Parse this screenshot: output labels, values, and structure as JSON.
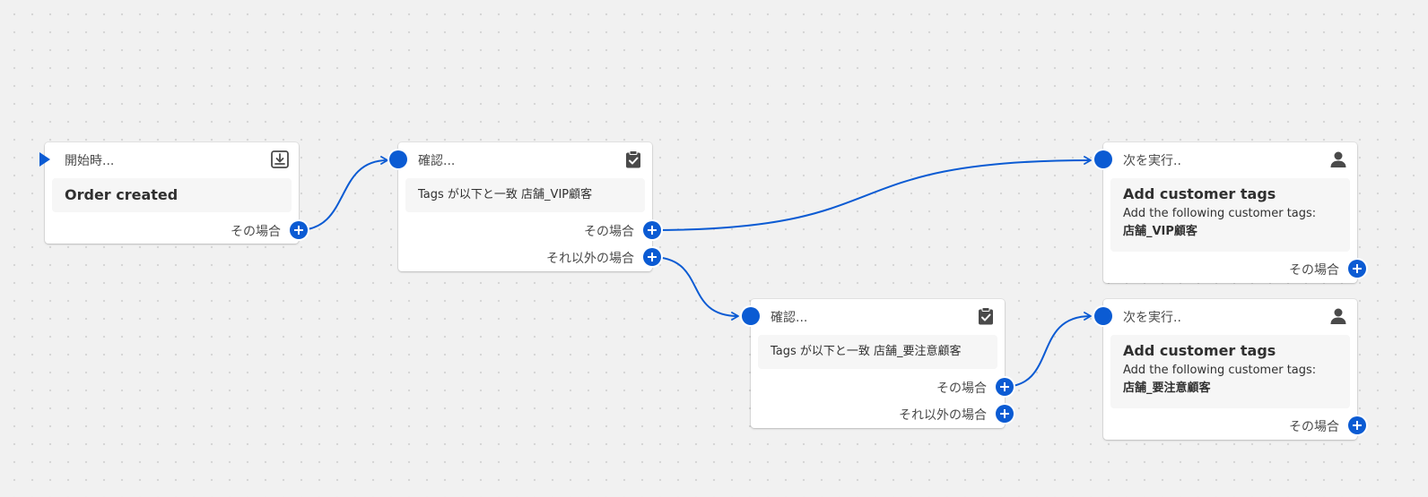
{
  "colors": {
    "accent": "#0b5bd3",
    "canvas": "#f1f1f1",
    "card": "#ffffff",
    "card_inner": "#f6f6f6"
  },
  "nodes": {
    "trigger": {
      "title": "開始時...",
      "icon": "download-icon",
      "body": "Order created",
      "ports": {
        "then": "その場合"
      }
    },
    "condition_vip": {
      "title": "確認...",
      "icon": "clipboard-check-icon",
      "body": "Tags が以下と一致 店舗_VIP顧客",
      "ports": {
        "then": "その場合",
        "otherwise": "それ以外の場合"
      }
    },
    "condition_caution": {
      "title": "確認...",
      "icon": "clipboard-check-icon",
      "body": "Tags が以下と一致 店舗_要注意顧客",
      "ports": {
        "then": "その場合",
        "otherwise": "それ以外の場合"
      }
    },
    "action_vip": {
      "title": "次を実行..",
      "icon": "person-icon",
      "heading": "Add customer tags",
      "desc": "Add the following customer tags:",
      "tag": "店舗_VIP顧客",
      "ports": {
        "then": "その場合"
      }
    },
    "action_caution": {
      "title": "次を実行..",
      "icon": "person-icon",
      "heading": "Add customer tags",
      "desc": "Add the following customer tags:",
      "tag": "店舗_要注意顧客",
      "ports": {
        "then": "その場合"
      }
    }
  }
}
